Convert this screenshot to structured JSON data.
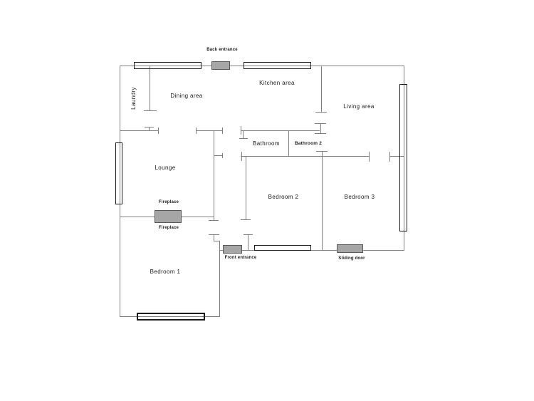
{
  "rooms": {
    "kitchen_area": "Kitchen area",
    "dining_area": "Dining area",
    "living_area": "Living area",
    "laundry": "Laundry",
    "lounge": "Lounge",
    "bathroom": "Bathroom",
    "bathroom_2": "Bathroom 2",
    "bedroom_1": "Bedroom 1",
    "bedroom_2": "Bedroom 2",
    "bedroom_3": "Bedroom 3"
  },
  "labels": {
    "back_entrance": "Back entrance",
    "front_entrance": "Front entrance",
    "sliding_door": "Sliding door",
    "fireplace_upper": "Fireplace",
    "fireplace_lower": "Fireplace"
  },
  "colors": {
    "wall": "#7f7f7f",
    "window_border": "#1c1c1c",
    "door_fill": "#a6a6a6",
    "door_border": "#595959",
    "text": "#1a1a1a",
    "background": "#ffffff"
  }
}
